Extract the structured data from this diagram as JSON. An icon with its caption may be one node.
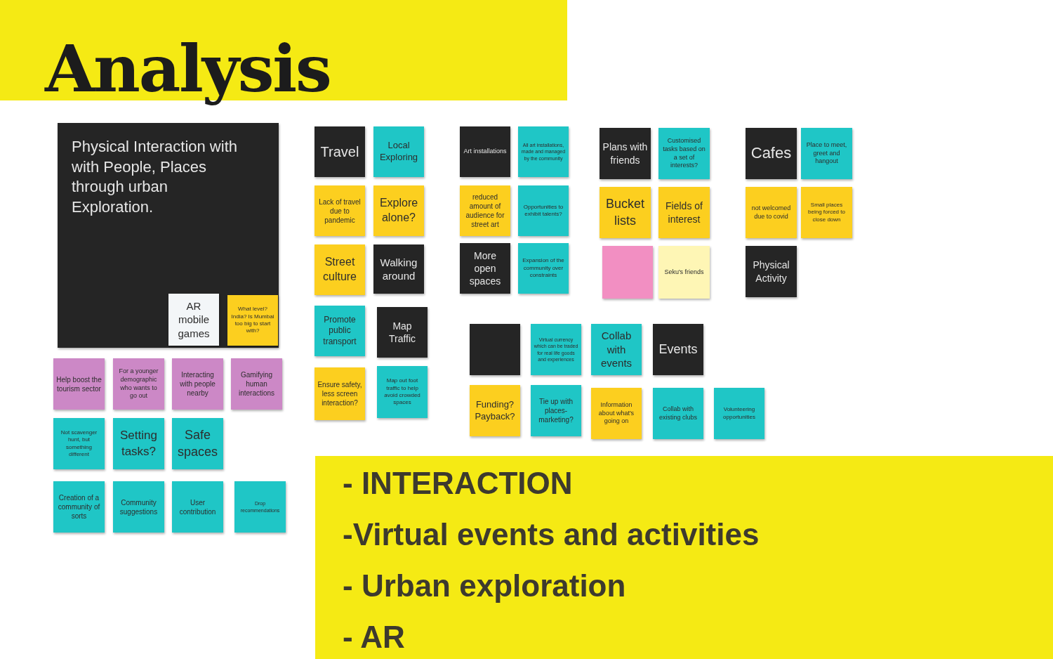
{
  "diagram": {
    "title": "Analysis",
    "nodes": [
      {
        "text": [
          "Physical Interaction with with People, Places through urban Exploration."
        ]
      },
      {
        "text": [
          "AR mobile games"
        ],
        "in": 0
      },
      {
        "text": [
          "What level? India? Is Mumbai too big to start with?"
        ],
        "in": 0
      },
      {
        "text": [
          "Help boost the tourism sector"
        ]
      },
      {
        "text": [
          "For a younger demographic who wants to go out"
        ]
      },
      {
        "text": [
          "Interacting with people nearby"
        ]
      },
      {
        "text": [
          "Gamifying human interactions"
        ]
      },
      {
        "text": [
          "Not scavenger hunt, but something different"
        ]
      },
      {
        "text": [
          "Setting tasks?"
        ]
      },
      {
        "text": [
          "Safe spaces"
        ]
      },
      {
        "text": [
          "Creation of a community of sorts"
        ]
      },
      {
        "text": [
          "Community suggestions"
        ]
      },
      {
        "text": [
          "User contribution"
        ]
      },
      {
        "text": [
          "Drop recommendations"
        ]
      },
      {
        "text": [
          "Travel"
        ]
      },
      {
        "text": [
          "Local Exploring"
        ]
      },
      {
        "text": [
          "Lack of travel due to pandemic"
        ]
      },
      {
        "text": [
          "Explore alone?"
        ]
      },
      {
        "text": [
          "Street culture"
        ]
      },
      {
        "text": [
          "Walking around"
        ]
      },
      {
        "text": [
          "Promote public transport"
        ]
      },
      {
        "text": [
          "Map Traffic"
        ]
      },
      {
        "text": [
          "Ensure safety, less screen interaction?"
        ]
      },
      {
        "text": [
          "Map out foot traffic to help avoid crowded spaces"
        ]
      },
      {
        "text": [
          "Art installations"
        ]
      },
      {
        "text": [
          "All art installations, made and managed by the community"
        ]
      },
      {
        "text": [
          "reduced amount of audience for street art"
        ]
      },
      {
        "text": [
          "Opportunities to exhibit talents?"
        ]
      },
      {
        "text": [
          "More open spaces"
        ]
      },
      {
        "text": [
          "Expansion of the community over constraints"
        ]
      },
      {
        "text": [
          "Plans with friends"
        ]
      },
      {
        "text": [
          "Customised tasks based on a set of interests?"
        ]
      },
      {
        "text": [
          "Bucket lists"
        ]
      },
      {
        "text": [
          "Fields of interest"
        ]
      },
      {
        "text": [],
        "shape": "box"
      },
      {
        "text": [
          "Seku's friends"
        ]
      },
      {
        "text": [
          "Cafes"
        ]
      },
      {
        "text": [
          "Place to meet, greet and hangout"
        ]
      },
      {
        "text": [
          "not welcomed due to covid"
        ]
      },
      {
        "text": [
          "Small places being forced to close down"
        ]
      },
      {
        "text": [
          "Physical Activity"
        ]
      },
      {
        "text": [],
        "shape": "box"
      },
      {
        "text": [
          "Virtual currency which can be traded for real life goods and experiences"
        ]
      },
      {
        "text": [
          "Collab with events"
        ]
      },
      {
        "text": [
          "Events"
        ]
      },
      {
        "text": [
          "Funding? Payback?"
        ]
      },
      {
        "text": [
          "Tie up with places- marketing?"
        ]
      },
      {
        "text": [
          "Information about what's going on"
        ]
      },
      {
        "text": [
          "Collab with existing clubs"
        ]
      },
      {
        "text": [
          "Volunteering opportunities"
        ]
      }
    ],
    "labels": [
      "- INTERACTION",
      "-Virtual events and activities",
      "- Urban exploration",
      "- AR"
    ]
  }
}
